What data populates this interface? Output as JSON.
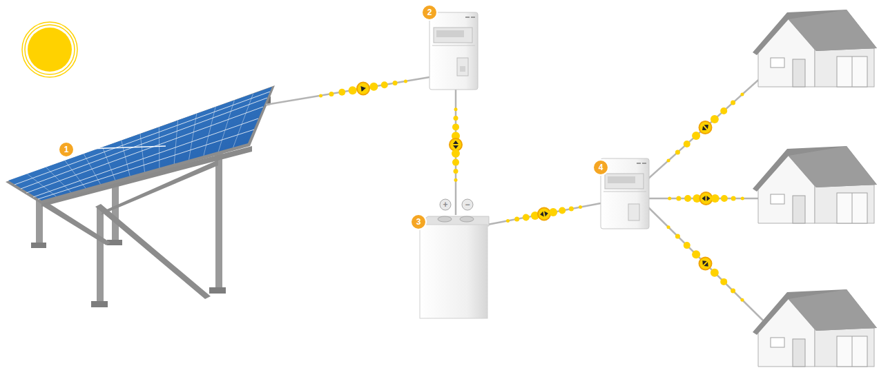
{
  "diagram": {
    "labels": [
      "1",
      "2",
      "3",
      "4",
      "+",
      "−"
    ]
  }
}
